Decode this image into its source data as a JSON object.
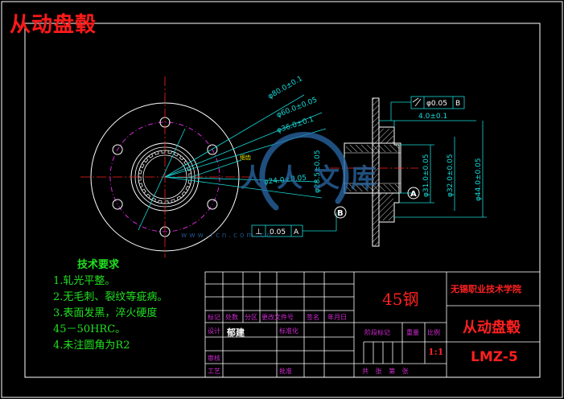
{
  "drawing": {
    "title": "从动盘毂",
    "watermark_site": "w w w . r c n . c o m . c n",
    "watermark_text": "人人文库"
  },
  "tech_requirements": {
    "heading": "技术要求",
    "items": [
      "1.轧光平整。",
      "2.无毛刺、裂纹等疵病。",
      "3.表面发黑，淬火硬度",
      "45－50HRC。",
      "4.未注圆角为R2"
    ]
  },
  "dimensions": {
    "d_outer": "φ80.0±0.1",
    "d_pitch": "φ60.0±0.05",
    "d_mid": "φ36.0±0.1",
    "d_bore": "φ24.0±0.05",
    "d_spline": "φ28.5±0.05",
    "spline_note": "细齿",
    "flange_thk": "4.0±0.1",
    "side_31": "φ31.0±0.05",
    "side_32": "φ32.0±0.05",
    "side_44": "φ44.0±0.05",
    "tol_symbol": "⊥",
    "tol_value": "0.05",
    "tol_datum_a": "A",
    "tol_pos_value": "φ0.05",
    "tol_datum_b": "B",
    "datum_a": "A",
    "datum_b": "B"
  },
  "title_block": {
    "material": "45钢",
    "school": "无锡职业技术学院",
    "part_name": "从动盘毂",
    "drawing_no": "LMZ-5",
    "scale": "1:1",
    "designer": "郁建",
    "labels": {
      "mark": "标记",
      "count": "处数",
      "zone": "分区",
      "change_doc": "更改文件号",
      "sign": "签名",
      "date": "年月日",
      "design": "设计",
      "standardize": "标准化",
      "stage_mark": "阶段标记",
      "weight": "重量",
      "scale": "比例",
      "review": "审核",
      "process": "工艺",
      "approve": "批准",
      "sheets": "共  张 第  张"
    }
  },
  "colors": {
    "background": "#000000",
    "outline": "#ffffff",
    "center_line": "#ff2020",
    "hidden_line": "#d22ad2",
    "dimension": "#19d8d8",
    "note_text": "#21e021",
    "title_red": "#ff1a1a",
    "watermark": "#2a6aa8"
  }
}
